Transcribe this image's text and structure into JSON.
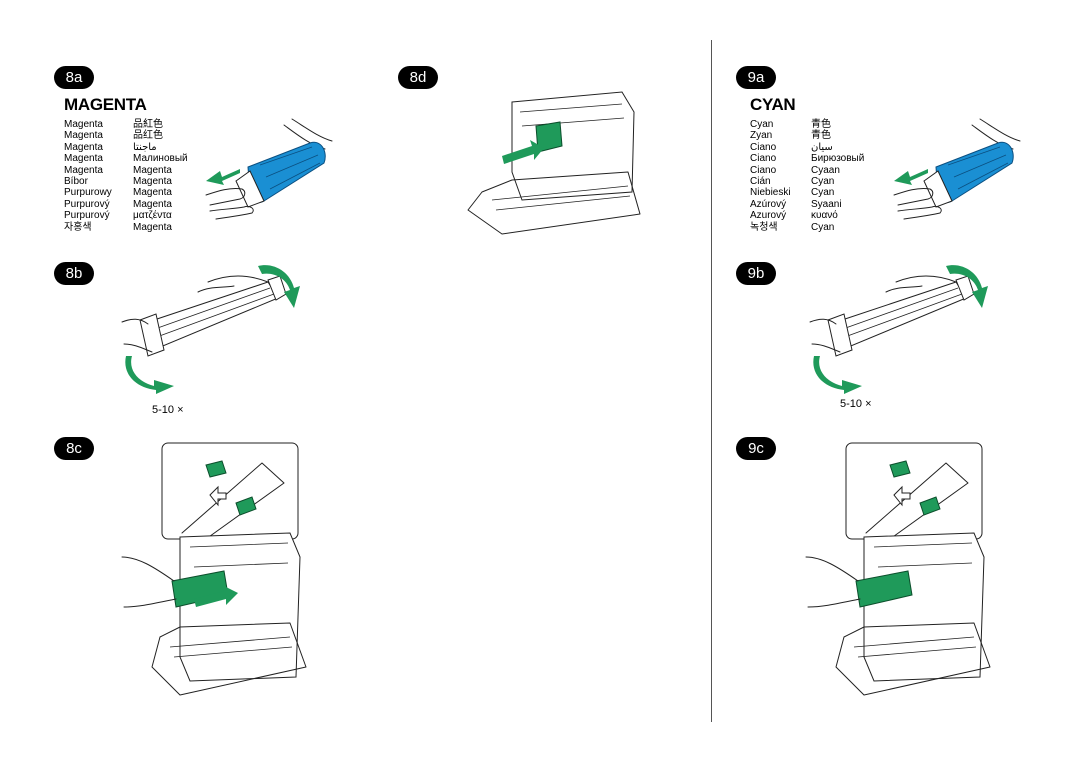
{
  "steps": {
    "s8a": "8a",
    "s8b": "8b",
    "s8c": "8c",
    "s8d": "8d",
    "s9a": "9a",
    "s9b": "9b",
    "s9c": "9c"
  },
  "magenta": {
    "title": "MAGENTA",
    "col1": [
      "Magenta",
      "Magenta",
      "Magenta",
      "Magenta",
      "Magenta",
      "Bíbor",
      "Purpurowy",
      "Purpurový",
      "Purpurový",
      "자홍색"
    ],
    "col2": [
      "品紅色",
      "品红色",
      "ماجنتا",
      "Малиновый",
      "Magenta",
      "Magenta",
      "Magenta",
      "Magenta",
      "ματζέντα",
      "Magenta"
    ]
  },
  "cyan": {
    "title": "CYAN",
    "col1": [
      "Cyan",
      "Zyan",
      "Ciano",
      "Ciano",
      "Ciano",
      "Cián",
      "Niebieski",
      "Azúrový",
      "Azurový",
      "녹청색"
    ],
    "col2": [
      "青色",
      "青色",
      "سيان",
      "Бирюзовый",
      "Cyaan",
      "Cyan",
      "Cyan",
      "Syaani",
      "κυανό",
      "Cyan"
    ]
  },
  "repeat_8b": "5-10 ×",
  "repeat_9b": "5-10 ×",
  "colors": {
    "cartridge_green": "#1f9a5a",
    "bag_blue": "#1a8fd3"
  }
}
